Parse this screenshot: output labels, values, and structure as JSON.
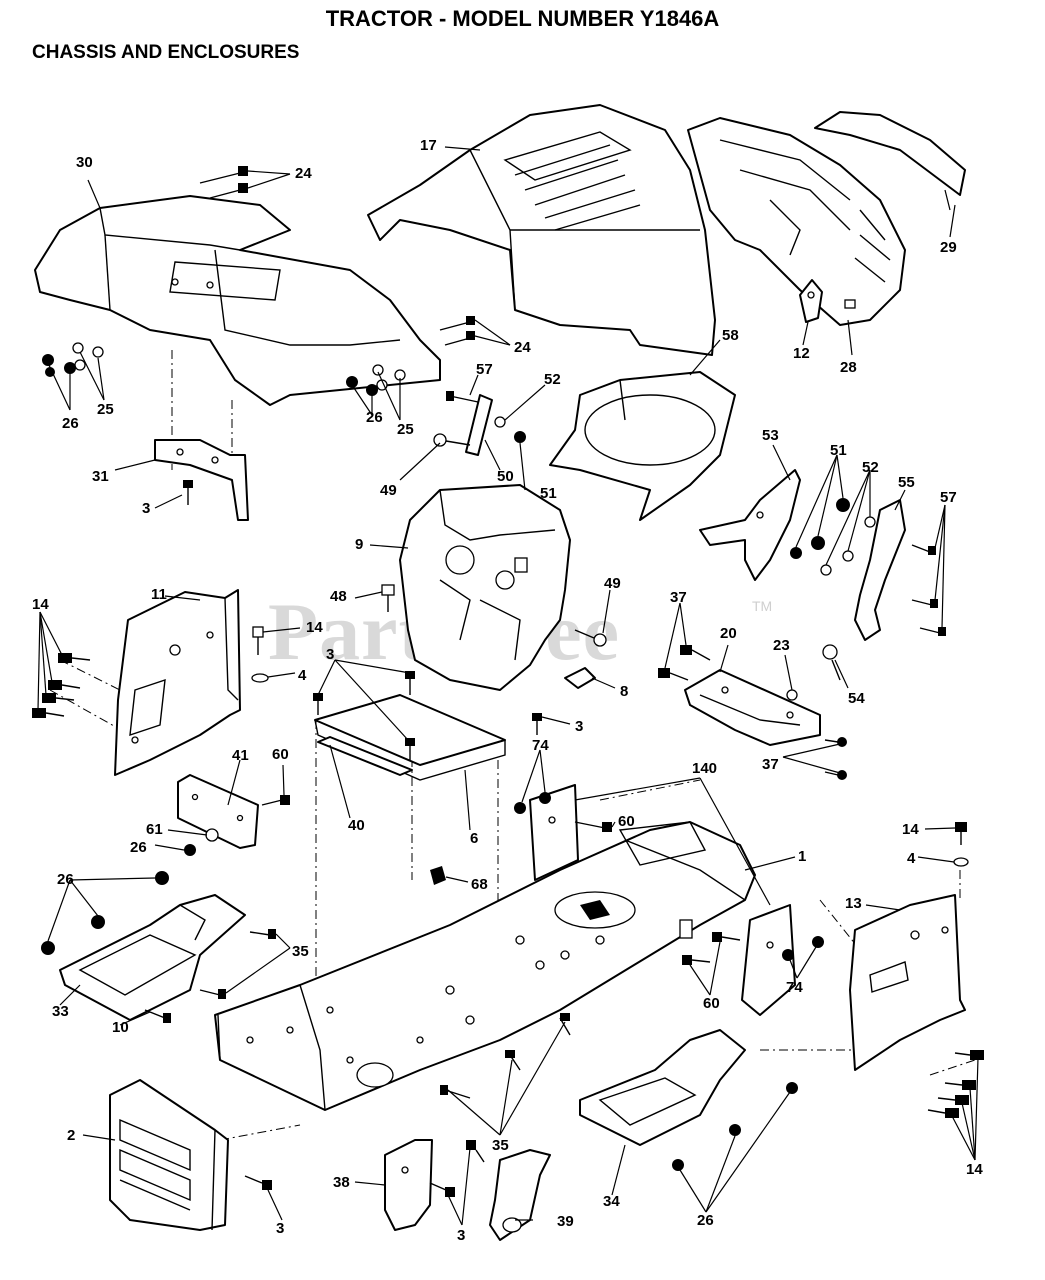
{
  "header": {
    "title": "TRACTOR - MODEL NUMBER Y1846A",
    "subtitle": "CHASSIS AND ENCLOSURES"
  },
  "watermark": {
    "text": "PartsTree",
    "trademark": "TM"
  },
  "callouts": [
    {
      "id": "c30",
      "text": "30"
    },
    {
      "id": "c24a",
      "text": "24"
    },
    {
      "id": "c17",
      "text": "17"
    },
    {
      "id": "c29",
      "text": "29"
    },
    {
      "id": "c28",
      "text": "28"
    },
    {
      "id": "c12",
      "text": "12"
    },
    {
      "id": "c24b",
      "text": "24"
    },
    {
      "id": "c25a",
      "text": "25"
    },
    {
      "id": "c26a",
      "text": "26"
    },
    {
      "id": "c58",
      "text": "58"
    },
    {
      "id": "c57a",
      "text": "57"
    },
    {
      "id": "c52a",
      "text": "52"
    },
    {
      "id": "c25b",
      "text": "25"
    },
    {
      "id": "c26b",
      "text": "26"
    },
    {
      "id": "c49a",
      "text": "49"
    },
    {
      "id": "c50",
      "text": "50"
    },
    {
      "id": "c51a",
      "text": "51"
    },
    {
      "id": "c31",
      "text": "31"
    },
    {
      "id": "c3a",
      "text": "3"
    },
    {
      "id": "c53",
      "text": "53"
    },
    {
      "id": "c51b",
      "text": "51"
    },
    {
      "id": "c52b",
      "text": "52"
    },
    {
      "id": "c55",
      "text": "55"
    },
    {
      "id": "c57b",
      "text": "57"
    },
    {
      "id": "c9",
      "text": "9"
    },
    {
      "id": "c11",
      "text": "11"
    },
    {
      "id": "c14a",
      "text": "14"
    },
    {
      "id": "c48",
      "text": "48"
    },
    {
      "id": "c49b",
      "text": "49"
    },
    {
      "id": "c37a",
      "text": "37"
    },
    {
      "id": "c20",
      "text": "20"
    },
    {
      "id": "c23",
      "text": "23"
    },
    {
      "id": "c14b",
      "text": "14"
    },
    {
      "id": "c4a",
      "text": "4"
    },
    {
      "id": "c3b",
      "text": "3"
    },
    {
      "id": "c8",
      "text": "8"
    },
    {
      "id": "c54",
      "text": "54"
    },
    {
      "id": "c3c",
      "text": "3"
    },
    {
      "id": "c37b",
      "text": "37"
    },
    {
      "id": "c41",
      "text": "41"
    },
    {
      "id": "c60a",
      "text": "60"
    },
    {
      "id": "c74a",
      "text": "74"
    },
    {
      "id": "c140",
      "text": "140"
    },
    {
      "id": "c40",
      "text": "40"
    },
    {
      "id": "c6",
      "text": "6"
    },
    {
      "id": "c60b",
      "text": "60"
    },
    {
      "id": "c61",
      "text": "61"
    },
    {
      "id": "c26c",
      "text": "26"
    },
    {
      "id": "c1",
      "text": "1"
    },
    {
      "id": "c14c",
      "text": "14"
    },
    {
      "id": "c4b",
      "text": "4"
    },
    {
      "id": "c26d",
      "text": "26"
    },
    {
      "id": "c68",
      "text": "68"
    },
    {
      "id": "c13",
      "text": "13"
    },
    {
      "id": "c35a",
      "text": "35"
    },
    {
      "id": "c33",
      "text": "33"
    },
    {
      "id": "c10",
      "text": "10"
    },
    {
      "id": "c60c",
      "text": "60"
    },
    {
      "id": "c74b",
      "text": "74"
    },
    {
      "id": "c2",
      "text": "2"
    },
    {
      "id": "c35b",
      "text": "35"
    },
    {
      "id": "c38",
      "text": "38"
    },
    {
      "id": "c3d",
      "text": "3"
    },
    {
      "id": "c39",
      "text": "39"
    },
    {
      "id": "c34",
      "text": "34"
    },
    {
      "id": "c26e",
      "text": "26"
    },
    {
      "id": "c14d",
      "text": "14"
    },
    {
      "id": "c3e",
      "text": "3"
    }
  ]
}
